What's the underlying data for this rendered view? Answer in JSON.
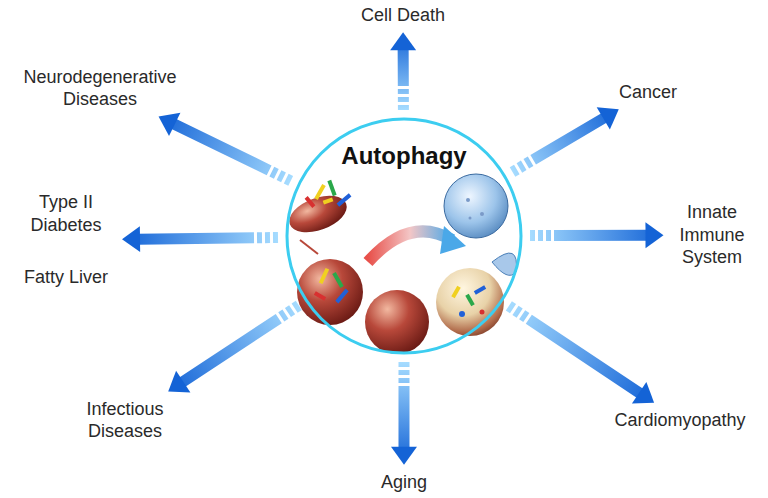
{
  "diagram": {
    "nodes": [
      {
        "text": [
          "Autophagy"
        ]
      },
      {
        "text": [
          "Cell Death"
        ]
      },
      {
        "text": [
          "Cancer"
        ]
      },
      {
        "text": [
          "Innate Immune System"
        ]
      },
      {
        "text": [
          "Cardiomyopathy"
        ]
      },
      {
        "text": [
          "Aging"
        ]
      },
      {
        "text": [
          "Infectious Diseases"
        ]
      },
      {
        "text": [
          "Type II Diabetes",
          "Fatty Liver"
        ]
      },
      {
        "text": [
          "Neurodegenerative Diseases"
        ]
      }
    ],
    "edges": [
      {
        "from": 0,
        "to": 1,
        "arrow": "to"
      },
      {
        "from": 0,
        "to": 2,
        "arrow": "to"
      },
      {
        "from": 0,
        "to": 3,
        "arrow": "to"
      },
      {
        "from": 0,
        "to": 4,
        "arrow": "to"
      },
      {
        "from": 0,
        "to": 5,
        "arrow": "to"
      },
      {
        "from": 0,
        "to": 6,
        "arrow": "to"
      },
      {
        "from": 0,
        "to": 7,
        "arrow": "to"
      },
      {
        "from": 0,
        "to": 8,
        "arrow": "to"
      }
    ]
  }
}
